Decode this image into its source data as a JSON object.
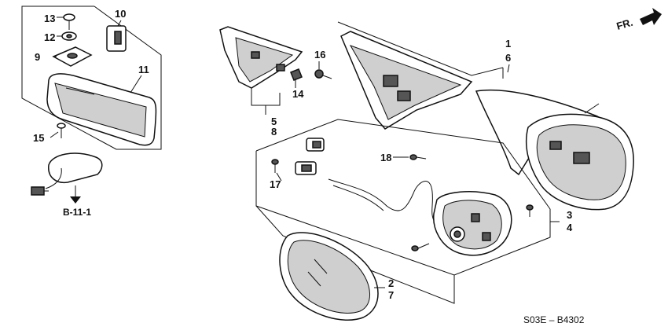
{
  "callouts": {
    "c1": "1",
    "c2": "2",
    "c3": "3",
    "c4": "4",
    "c5": "5",
    "c6": "6",
    "c7": "7",
    "c8": "8",
    "c9": "9",
    "c10": "10",
    "c11": "11",
    "c12": "12",
    "c13": "13",
    "c14": "14",
    "c15": "15",
    "c16": "16",
    "c17": "17",
    "c18": "18"
  },
  "reference": "B-11-1",
  "direction": "FR.",
  "diagram_code": "S03E – B4302"
}
